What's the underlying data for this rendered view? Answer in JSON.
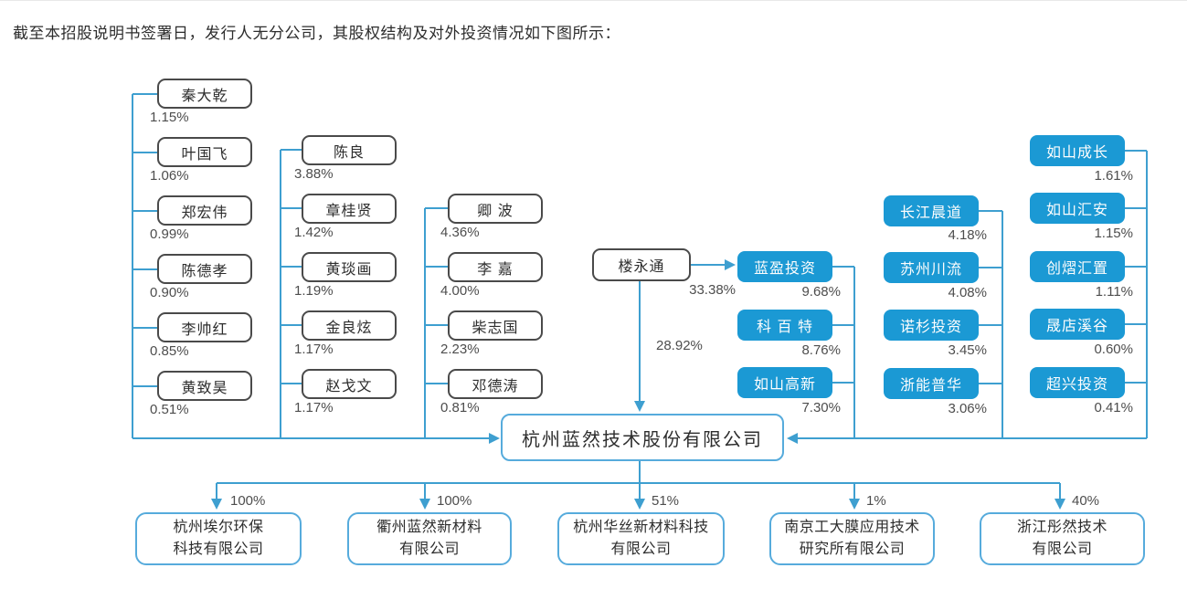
{
  "heading": "截至本招股说明书签署日，发行人无分公司，其股权结构及对外投资情况如下图所示：",
  "colors": {
    "wire": "#3e9fd0",
    "institution_fill": "#1b99d4",
    "person_border": "#4a4a4a",
    "company_border": "#56abdc"
  },
  "company": {
    "name": "杭州蓝然技术股份有限公司"
  },
  "founder": {
    "name": "楼永通",
    "direct_stake": "28.92%",
    "stake_in_lanying": "33.38%"
  },
  "shareholder_columns": [
    {
      "items": [
        {
          "name": "秦大乾",
          "pct": "1.15%"
        },
        {
          "name": "叶国飞",
          "pct": "1.06%"
        },
        {
          "name": "郑宏伟",
          "pct": "0.99%"
        },
        {
          "name": "陈德孝",
          "pct": "0.90%"
        },
        {
          "name": "李帅红",
          "pct": "0.85%"
        },
        {
          "name": "黄致昊",
          "pct": "0.51%"
        }
      ]
    },
    {
      "items": [
        {
          "name": "陈良",
          "pct": "3.88%"
        },
        {
          "name": "章桂贤",
          "pct": "1.42%"
        },
        {
          "name": "黄琰画",
          "pct": "1.19%"
        },
        {
          "name": "金良炫",
          "pct": "1.17%"
        },
        {
          "name": "赵戈文",
          "pct": "1.17%"
        }
      ]
    },
    {
      "items": [
        {
          "name": "卿 波",
          "pct": "4.36%"
        },
        {
          "name": "李 嘉",
          "pct": "4.00%"
        },
        {
          "name": "柴志国",
          "pct": "2.23%"
        },
        {
          "name": "邓德涛",
          "pct": "0.81%"
        }
      ]
    }
  ],
  "institutional_columns": [
    {
      "items": [
        {
          "name": "蓝盈投资",
          "pct": "9.68%"
        },
        {
          "name": "科 百 特",
          "pct": "8.76%"
        },
        {
          "name": "如山高新",
          "pct": "7.30%"
        }
      ]
    },
    {
      "items": [
        {
          "name": "长江晨道",
          "pct": "4.18%"
        },
        {
          "name": "苏州川流",
          "pct": "4.08%"
        },
        {
          "name": "诺杉投资",
          "pct": "3.45%"
        },
        {
          "name": "浙能普华",
          "pct": "3.06%"
        }
      ]
    },
    {
      "items": [
        {
          "name": "如山成长",
          "pct": "1.61%"
        },
        {
          "name": "如山汇安",
          "pct": "1.15%"
        },
        {
          "name": "创熠汇置",
          "pct": "1.11%"
        },
        {
          "name": "晟店溪谷",
          "pct": "0.60%"
        },
        {
          "name": "超兴投资",
          "pct": "0.41%"
        }
      ]
    }
  ],
  "subsidiaries": [
    {
      "line1": "杭州埃尔环保",
      "line2": "科技有限公司",
      "pct": "100%"
    },
    {
      "line1": "衢州蓝然新材料",
      "line2": "有限公司",
      "pct": "100%"
    },
    {
      "line1": "杭州华丝新材料科技",
      "line2": "有限公司",
      "pct": "51%"
    },
    {
      "line1": "南京工大膜应用技术",
      "line2": "研究所有限公司",
      "pct": "1%"
    },
    {
      "line1": "浙江彤然技术",
      "line2": "有限公司",
      "pct": "40%"
    }
  ]
}
